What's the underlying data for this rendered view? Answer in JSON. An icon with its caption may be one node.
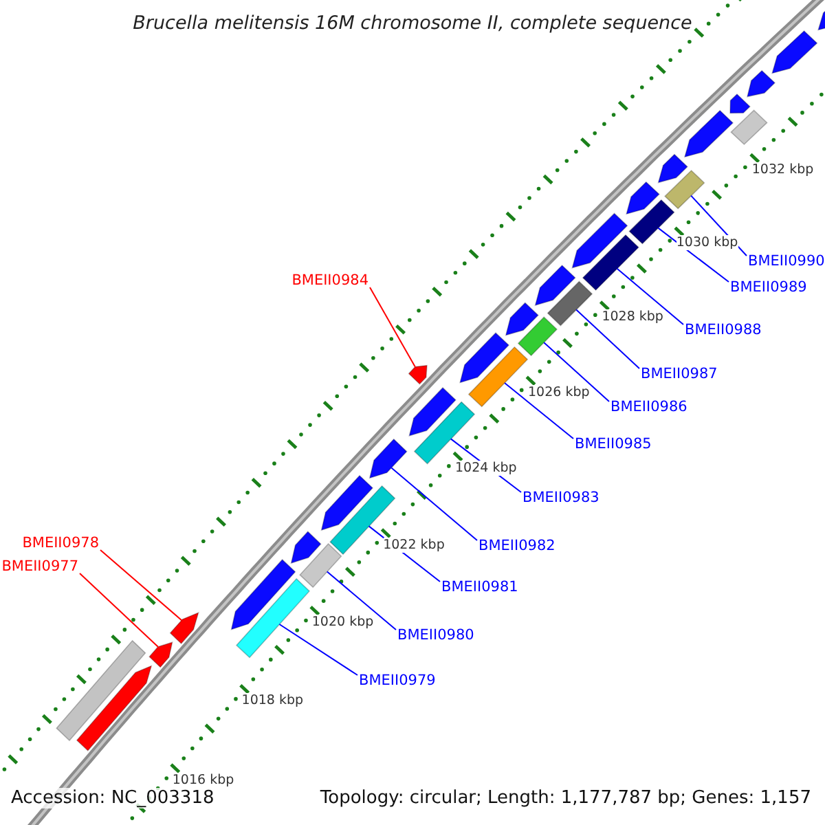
{
  "diagram": {
    "title": "Brucella melitensis 16M chromosome II, complete sequence",
    "nodes": [
      {
        "text": [
          "BMEII0990"
        ]
      },
      {
        "text": [
          "BMEII0984"
        ]
      },
      {
        "text": [
          "BMEII0989"
        ]
      },
      {
        "text": [
          "BMEII0988"
        ]
      },
      {
        "text": [
          "BMEII0987"
        ]
      },
      {
        "text": [
          "BMEII0986"
        ]
      },
      {
        "text": [
          "BMEII0985"
        ]
      },
      {
        "text": [
          "BMEII0983"
        ]
      },
      {
        "text": [
          "BMEII0978"
        ]
      },
      {
        "text": [
          "BMEII0982"
        ]
      },
      {
        "text": [
          "BMEII0977"
        ]
      },
      {
        "text": [
          "BMEII0981"
        ]
      },
      {
        "text": [
          "BMEII0980"
        ]
      },
      {
        "text": [
          "BMEII0979"
        ]
      },
      {
        "text": [],
        "shape": "bar"
      },
      {
        "text": [],
        "shape": "arrow"
      },
      {
        "text": [],
        "shape": "arrow"
      },
      {
        "text": [],
        "shape": "arrow"
      },
      {
        "text": [],
        "shape": "bar"
      },
      {
        "text": [],
        "shape": "arrow"
      },
      {
        "text": [],
        "shape": "bar"
      },
      {
        "text": [],
        "shape": "arrow"
      },
      {
        "text": [],
        "shape": "bar"
      },
      {
        "text": [],
        "shape": "arrow"
      },
      {
        "text": [],
        "shape": "arrow"
      },
      {
        "text": [],
        "shape": "bar"
      },
      {
        "text": [],
        "shape": "arrow"
      },
      {
        "text": [],
        "shape": "arrow"
      },
      {
        "text": [],
        "shape": "bar"
      },
      {
        "text": [],
        "shape": "arrow"
      },
      {
        "text": [],
        "shape": "bar"
      },
      {
        "text": [],
        "shape": "arrow"
      },
      {
        "text": [],
        "shape": "arrow"
      },
      {
        "text": [],
        "shape": "bar"
      },
      {
        "text": [],
        "shape": "bar"
      },
      {
        "text": [],
        "shape": "arrow"
      },
      {
        "text": [],
        "shape": "bar"
      },
      {
        "text": [],
        "shape": "arrow"
      },
      {
        "text": [],
        "shape": "bar"
      },
      {
        "text": [],
        "shape": "arrow"
      },
      {
        "text": [],
        "shape": "arrow"
      },
      {
        "text": [],
        "shape": "bar"
      },
      {
        "text": [],
        "shape": "arrow"
      },
      {
        "text": [],
        "shape": "arrow"
      },
      {
        "text": [],
        "shape": "arrow"
      },
      {
        "text": [],
        "shape": "arrow"
      }
    ],
    "edges": [
      {
        "from": 0,
        "to": 38,
        "arrow": "none"
      },
      {
        "from": 1,
        "to": 27,
        "arrow": "none",
        "color": "#ff0000"
      },
      {
        "from": 2,
        "to": 36,
        "arrow": "none"
      },
      {
        "from": 3,
        "to": 34,
        "arrow": "none"
      },
      {
        "from": 4,
        "to": 33,
        "arrow": "none"
      },
      {
        "from": 5,
        "to": 30,
        "arrow": "none"
      },
      {
        "from": 6,
        "to": 28,
        "arrow": "none"
      },
      {
        "from": 7,
        "to": 25,
        "arrow": "none"
      },
      {
        "from": 8,
        "to": 17,
        "arrow": "none",
        "color": "#ff0000"
      },
      {
        "from": 9,
        "to": 24,
        "arrow": "none"
      },
      {
        "from": 10,
        "to": 16,
        "arrow": "none",
        "color": "#ff0000"
      },
      {
        "from": 11,
        "to": 22,
        "arrow": "none"
      },
      {
        "from": 12,
        "to": 20,
        "arrow": "none"
      },
      {
        "from": 13,
        "to": 18,
        "arrow": "none"
      }
    ],
    "labels": [
      "1032 kbp",
      "1030 kbp",
      "1028 kbp",
      "1026 kbp",
      "1024 kbp",
      "1022 kbp",
      "1020 kbp",
      "1018 kbp",
      "1016 kbp",
      "Accession: NC_003318",
      "Topology: circular; Length: 1,177,787 bp; Genes: 1,157"
    ]
  }
}
